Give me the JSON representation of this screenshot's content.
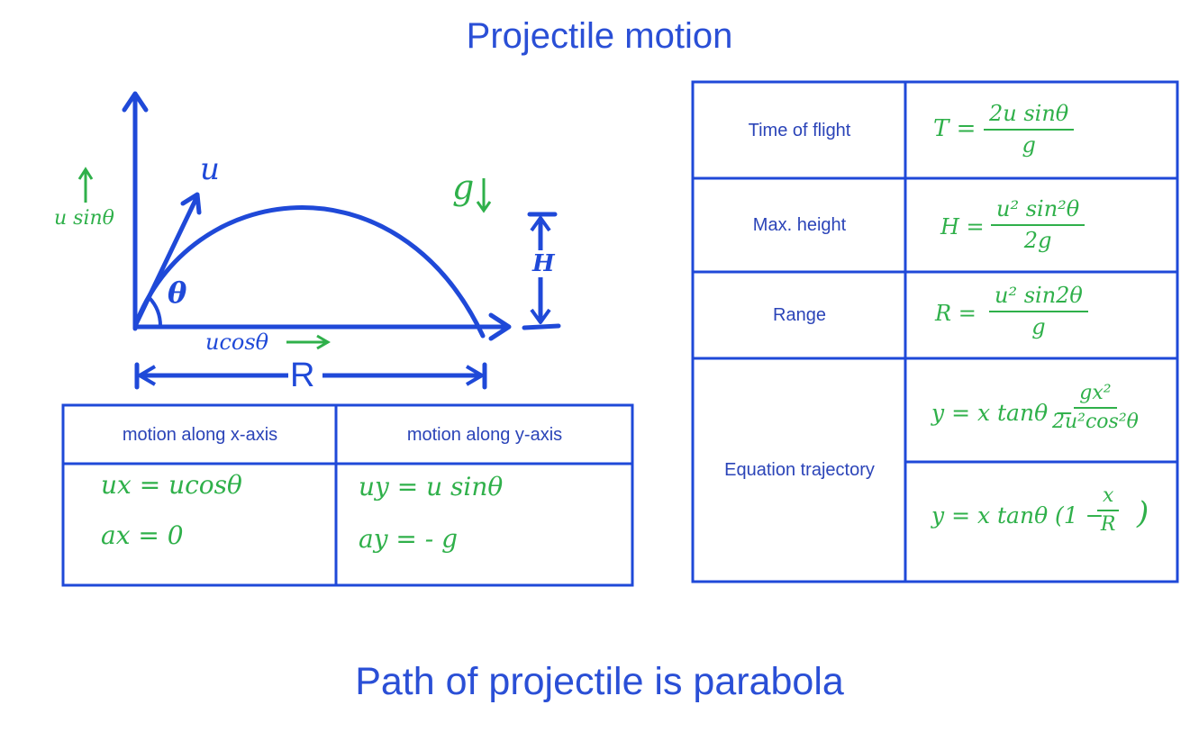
{
  "title": "Projectile motion",
  "footer": "Path of projectile is parabola",
  "colors": {
    "heading": "#2a4fd6",
    "ink_blue": "#1f49d8",
    "ink_green": "#2fb04a"
  },
  "diagram": {
    "velocity": "u",
    "vertical_component": "u sinθ",
    "horizontal_component": "ucosθ",
    "angle": "θ",
    "gravity": "g",
    "max_height": "H",
    "range": "R"
  },
  "motion_table": {
    "headers": [
      "motion along x-axis",
      "motion along y-axis"
    ],
    "x_axis": {
      "velocity": "ux = ucosθ",
      "acceleration": "ax = 0"
    },
    "y_axis": {
      "velocity": "uy = u sinθ",
      "acceleration": "ay = - g"
    }
  },
  "formula_table": {
    "rows": [
      {
        "label": "Time of flight",
        "lhs": "T =",
        "num": "2u sinθ",
        "den": "g"
      },
      {
        "label": "Max. height",
        "lhs": "H =",
        "num": "u² sin²θ",
        "den": "2g"
      },
      {
        "label": "Range",
        "lhs": "R =",
        "num": "u² sin2θ",
        "den": "g"
      }
    ],
    "trajectory": {
      "label": "Equation trajectory",
      "eq1_lhs": "y = x tanθ −",
      "eq1_num": "gx²",
      "eq1_den": "2u²cos²θ",
      "eq2_lhs": "y = x tanθ (1 −",
      "eq2_num": "x",
      "eq2_den": "R",
      "eq2_close": ")"
    }
  }
}
